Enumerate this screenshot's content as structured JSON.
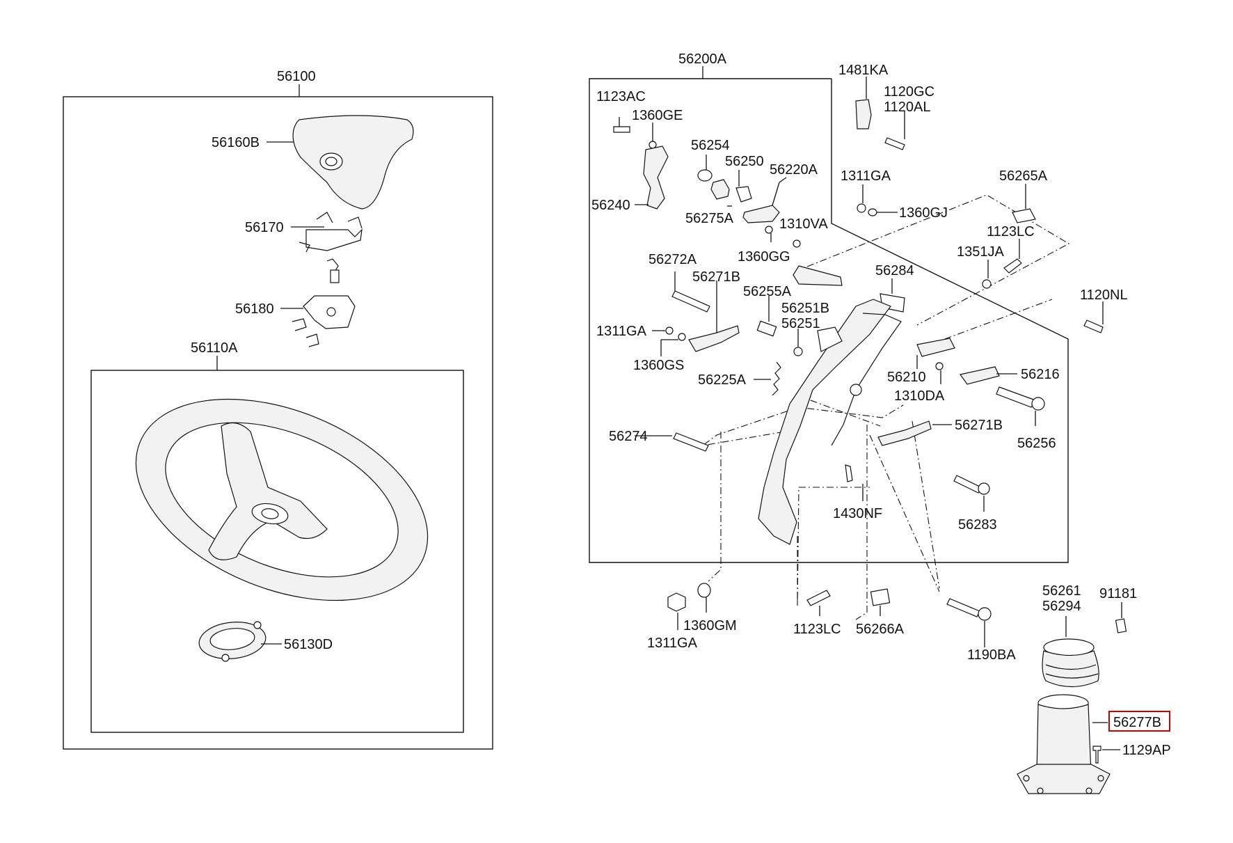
{
  "labels": {
    "p56100": "56100",
    "p56160B": "56160B",
    "p56170": "56170",
    "p56180": "56180",
    "p56110A": "56110A",
    "p56130D": "56130D",
    "p56200A": "56200A",
    "p1123AC": "1123AC",
    "p1360GE": "1360GE",
    "p56254": "56254",
    "p56250": "56250",
    "p56220A": "56220A",
    "p56240": "56240",
    "p56275A": "56275A",
    "p1310VA": "1310VA",
    "p1360GG": "1360GG",
    "p1481KA": "1481KA",
    "p1120GC": "1120GC",
    "p1120AL": "1120AL",
    "p1311GA_top": "1311GA",
    "p1360GJ": "1360GJ",
    "p56265A": "56265A",
    "p1123LC_top": "1123LC",
    "p1351JA": "1351JA",
    "p56272A": "56272A",
    "p56271B_left": "56271B",
    "p56255A": "56255A",
    "p56284": "56284",
    "p56251B": "56251B",
    "p56251": "56251",
    "p1120NL": "1120NL",
    "p1311GA_mid": "1311GA",
    "p1360GS": "1360GS",
    "p56225A": "56225A",
    "p56210": "56210",
    "p56216": "56216",
    "p1310DA": "1310DA",
    "p56274": "56274",
    "p56271B_right": "56271B",
    "p56256": "56256",
    "p1430NF": "1430NF",
    "p56283": "56283",
    "p1311GA_bot": "1311GA",
    "p1360GM": "1360GM",
    "p1123LC_bot": "1123LC",
    "p56266A": "56266A",
    "p1190BA": "1190BA",
    "p56261": "56261",
    "p56294": "56294",
    "p91181": "91181",
    "p56277B": "56277B",
    "p1129AP": "1129AP"
  },
  "highlight": {
    "part": "56277B",
    "color": "#cc0000"
  }
}
